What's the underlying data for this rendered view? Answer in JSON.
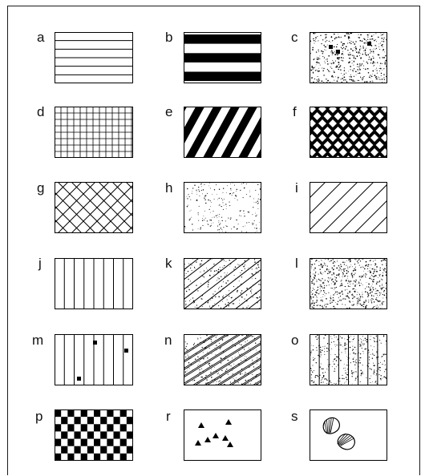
{
  "figure": {
    "border_color": "#1a1a1a",
    "ink_color": "#000000",
    "paper_color": "#ffffff"
  },
  "panels": [
    {
      "label": "a",
      "pattern": "horizontal-thin-lines"
    },
    {
      "label": "b",
      "pattern": "horizontal-thick-stripes"
    },
    {
      "label": "c",
      "pattern": "dense-speckle-with-squares"
    },
    {
      "label": "d",
      "pattern": "fine-square-grid"
    },
    {
      "label": "e",
      "pattern": "thick-diagonal-stripes"
    },
    {
      "label": "f",
      "pattern": "white-diamonds-on-black"
    },
    {
      "label": "g",
      "pattern": "diagonal-crosshatch"
    },
    {
      "label": "h",
      "pattern": "sparse-speckle"
    },
    {
      "label": "i",
      "pattern": "thin-diagonal-lines"
    },
    {
      "label": "j",
      "pattern": "vertical-thin-lines"
    },
    {
      "label": "k",
      "pattern": "diagonal-lines-with-speckle"
    },
    {
      "label": "l",
      "pattern": "dense-speckle"
    },
    {
      "label": "m",
      "pattern": "vertical-lines-with-squares"
    },
    {
      "label": "n",
      "pattern": "diagonal-double-lines-with-speckle"
    },
    {
      "label": "o",
      "pattern": "vertical-lines-with-speckle"
    },
    {
      "label": "p",
      "pattern": "checkerboard"
    },
    {
      "label": "r",
      "pattern": "scattered-triangles"
    },
    {
      "label": "s",
      "pattern": "shell-fossils"
    }
  ]
}
